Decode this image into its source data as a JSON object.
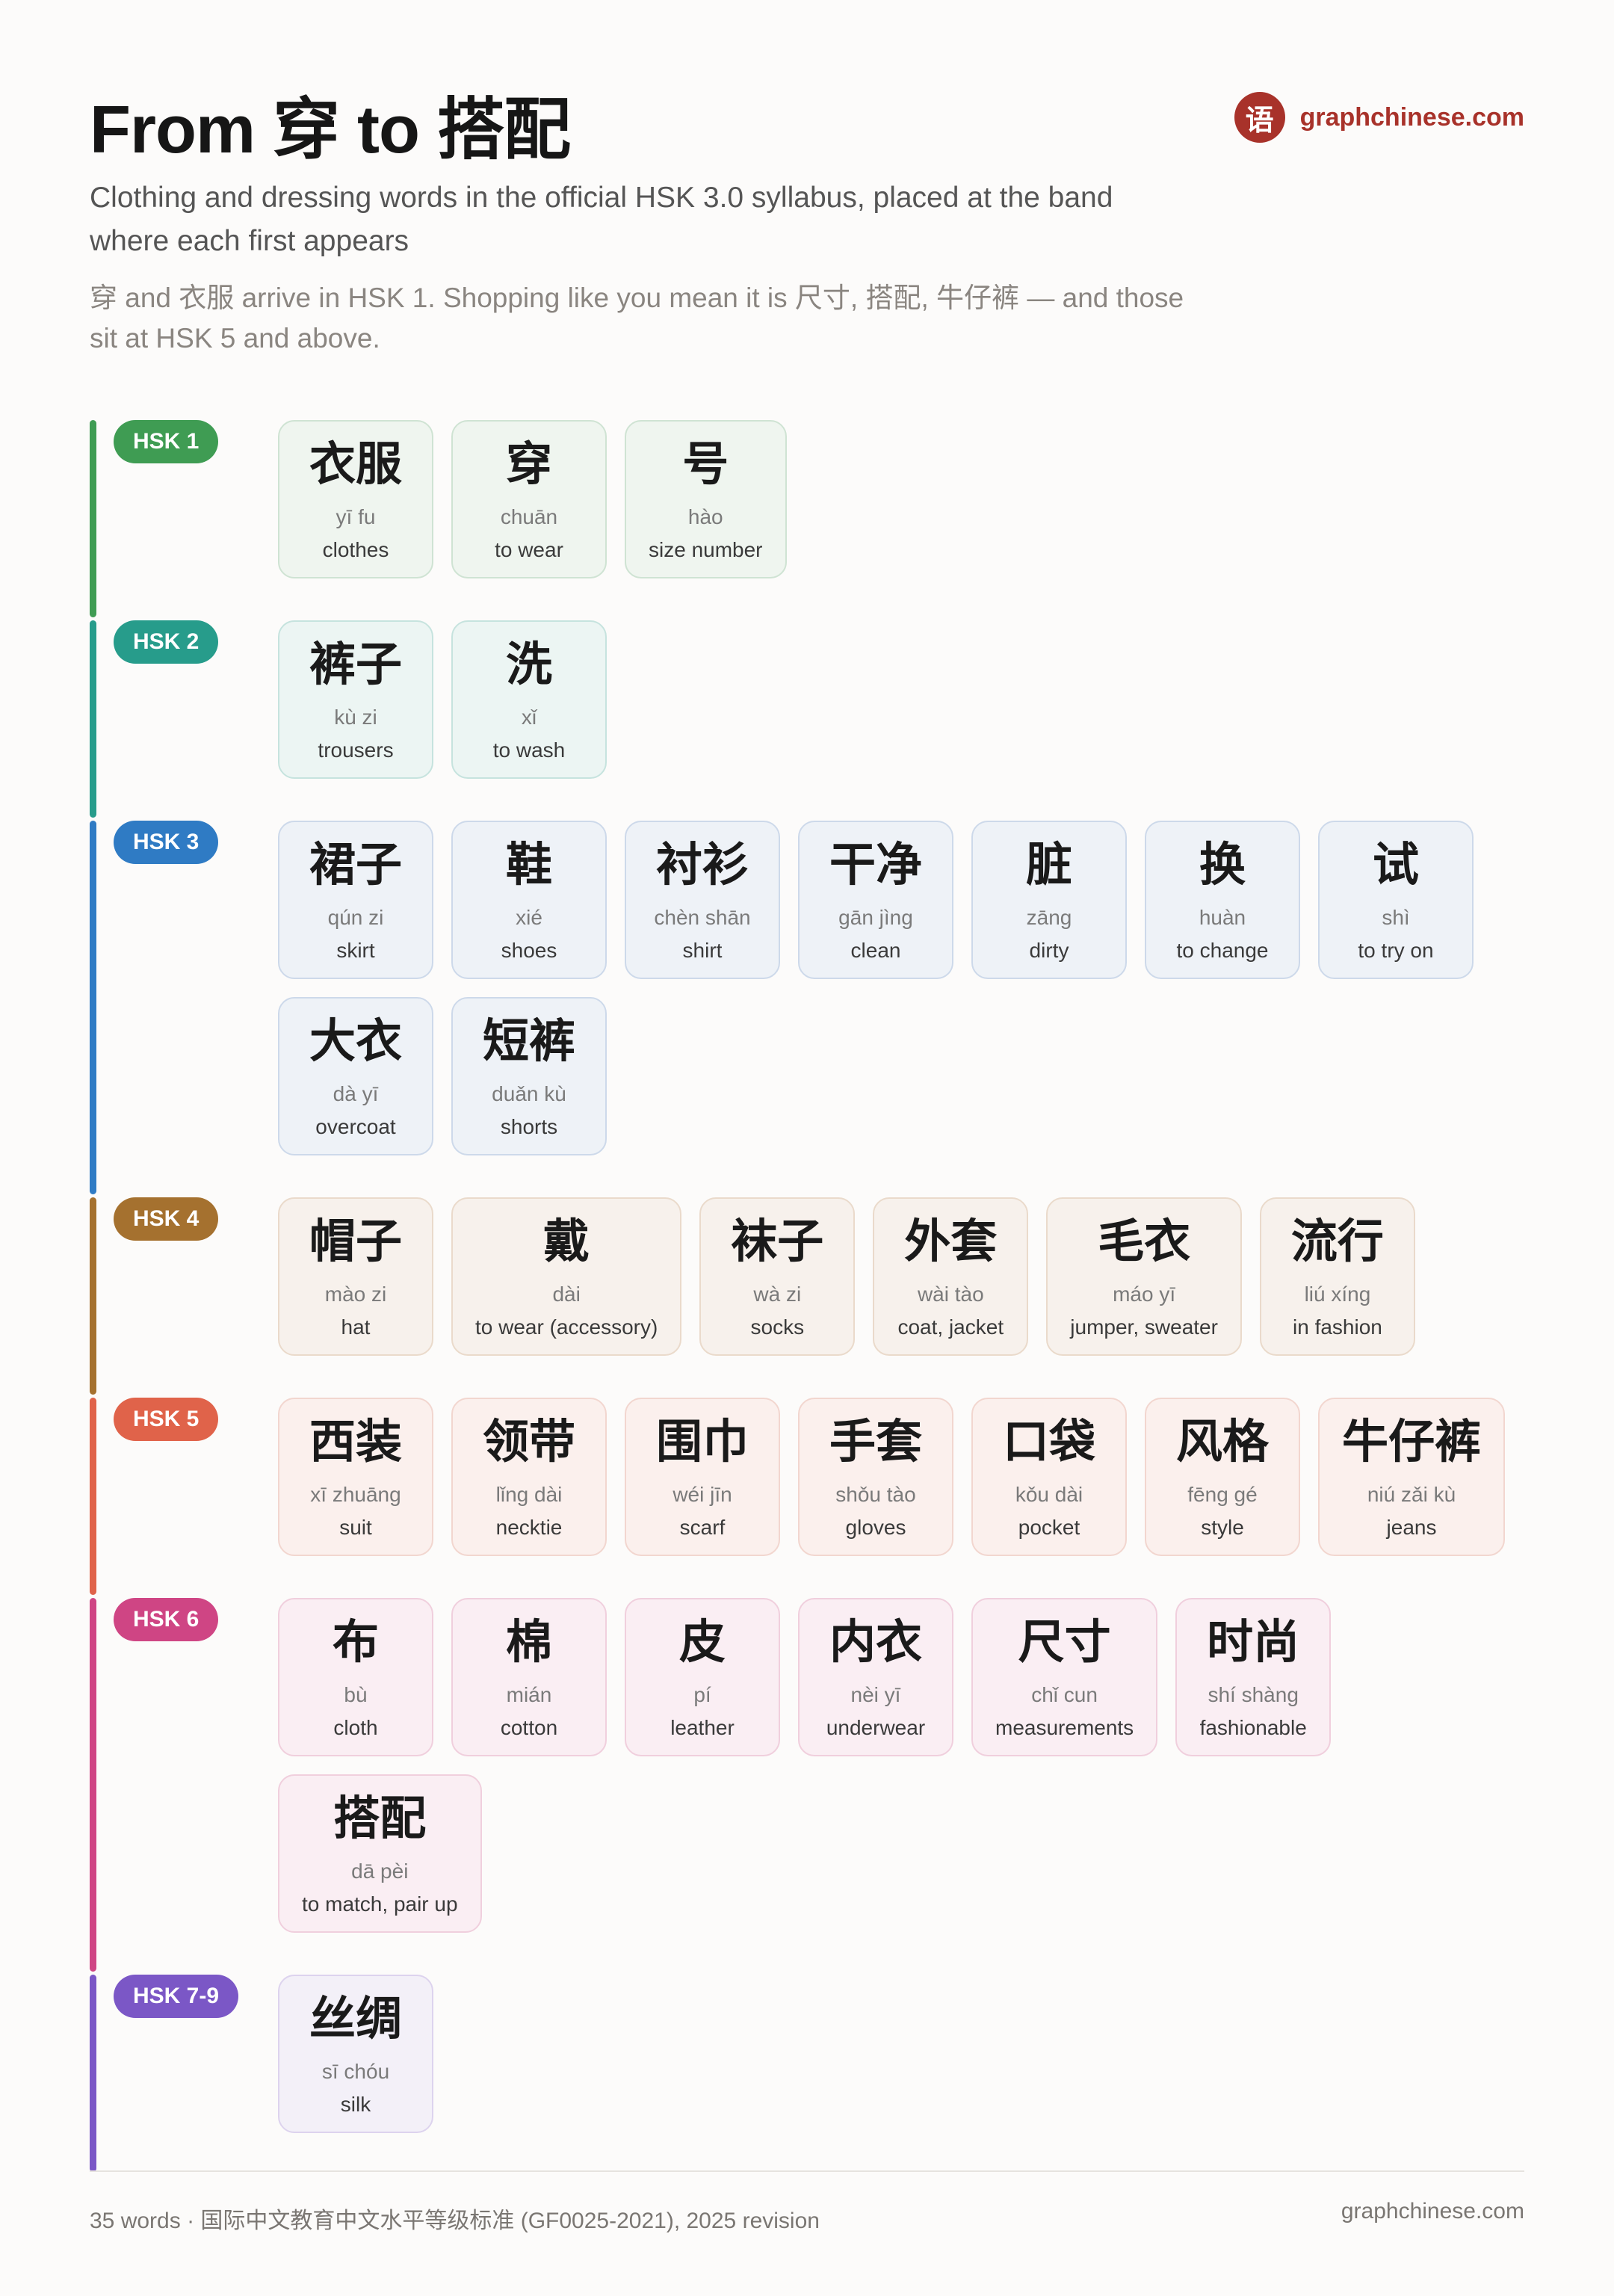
{
  "header": {
    "title": "From 穿 to 搭配",
    "subtitle": "Clothing and dressing words in the official HSK 3.0 syllabus, placed at the band where each first appears",
    "intro": "穿 and 衣服 arrive in HSK 1. Shopping like you mean it is 尺寸, 搭配, 牛仔裤 — and those sit at HSK 5 and above."
  },
  "brand": {
    "icon_glyph": "语",
    "name": "graphchinese.com",
    "color": "#a8322a"
  },
  "levels": [
    {
      "label": "HSK 1",
      "color": "#3f9c53",
      "words": [
        {
          "hanzi": "衣服",
          "pinyin": "yī fu",
          "meaning": "clothes"
        },
        {
          "hanzi": "穿",
          "pinyin": "chuān",
          "meaning": "to wear"
        },
        {
          "hanzi": "号",
          "pinyin": "hào",
          "meaning": "size number"
        }
      ]
    },
    {
      "label": "HSK 2",
      "color": "#279c8b",
      "words": [
        {
          "hanzi": "裤子",
          "pinyin": "kù zi",
          "meaning": "trousers"
        },
        {
          "hanzi": "洗",
          "pinyin": "xǐ",
          "meaning": "to wash"
        }
      ]
    },
    {
      "label": "HSK 3",
      "color": "#2f7bc4",
      "words": [
        {
          "hanzi": "裙子",
          "pinyin": "qún zi",
          "meaning": "skirt"
        },
        {
          "hanzi": "鞋",
          "pinyin": "xié",
          "meaning": "shoes"
        },
        {
          "hanzi": "衬衫",
          "pinyin": "chèn shān",
          "meaning": "shirt"
        },
        {
          "hanzi": "干净",
          "pinyin": "gān jìng",
          "meaning": "clean"
        },
        {
          "hanzi": "脏",
          "pinyin": "zāng",
          "meaning": "dirty"
        },
        {
          "hanzi": "换",
          "pinyin": "huàn",
          "meaning": "to change"
        },
        {
          "hanzi": "试",
          "pinyin": "shì",
          "meaning": "to try on"
        },
        {
          "hanzi": "大衣",
          "pinyin": "dà yī",
          "meaning": "overcoat"
        },
        {
          "hanzi": "短裤",
          "pinyin": "duǎn kù",
          "meaning": "shorts"
        }
      ]
    },
    {
      "label": "HSK 4",
      "color": "#a5712f",
      "words": [
        {
          "hanzi": "帽子",
          "pinyin": "mào zi",
          "meaning": "hat"
        },
        {
          "hanzi": "戴",
          "pinyin": "dài",
          "meaning": "to wear (accessory)"
        },
        {
          "hanzi": "袜子",
          "pinyin": "wà zi",
          "meaning": "socks"
        },
        {
          "hanzi": "外套",
          "pinyin": "wài tào",
          "meaning": "coat, jacket"
        },
        {
          "hanzi": "毛衣",
          "pinyin": "máo yī",
          "meaning": "jumper, sweater"
        },
        {
          "hanzi": "流行",
          "pinyin": "liú xíng",
          "meaning": "in fashion"
        }
      ]
    },
    {
      "label": "HSK 5",
      "color": "#e0634a",
      "words": [
        {
          "hanzi": "西装",
          "pinyin": "xī zhuāng",
          "meaning": "suit"
        },
        {
          "hanzi": "领带",
          "pinyin": "lǐng dài",
          "meaning": "necktie"
        },
        {
          "hanzi": "围巾",
          "pinyin": "wéi jīn",
          "meaning": "scarf"
        },
        {
          "hanzi": "手套",
          "pinyin": "shǒu tào",
          "meaning": "gloves"
        },
        {
          "hanzi": "口袋",
          "pinyin": "kǒu dài",
          "meaning": "pocket"
        },
        {
          "hanzi": "风格",
          "pinyin": "fēng gé",
          "meaning": "style"
        },
        {
          "hanzi": "牛仔裤",
          "pinyin": "niú zǎi kù",
          "meaning": "jeans"
        }
      ]
    },
    {
      "label": "HSK 6",
      "color": "#cf4584",
      "words": [
        {
          "hanzi": "布",
          "pinyin": "bù",
          "meaning": "cloth"
        },
        {
          "hanzi": "棉",
          "pinyin": "mián",
          "meaning": "cotton"
        },
        {
          "hanzi": "皮",
          "pinyin": "pí",
          "meaning": "leather"
        },
        {
          "hanzi": "内衣",
          "pinyin": "nèi yī",
          "meaning": "underwear"
        },
        {
          "hanzi": "尺寸",
          "pinyin": "chǐ cun",
          "meaning": "measurements"
        },
        {
          "hanzi": "时尚",
          "pinyin": "shí shàng",
          "meaning": "fashionable"
        },
        {
          "hanzi": "搭配",
          "pinyin": "dā pèi",
          "meaning": "to match, pair up"
        }
      ]
    },
    {
      "label": "HSK 7-9",
      "color": "#7b57c6",
      "words": [
        {
          "hanzi": "丝绸",
          "pinyin": "sī chóu",
          "meaning": "silk"
        }
      ]
    }
  ],
  "footer": {
    "left": "35 words · 国际中文教育中文水平等级标准 (GF0025-2021), 2025 revision",
    "right": "graphchinese.com"
  }
}
